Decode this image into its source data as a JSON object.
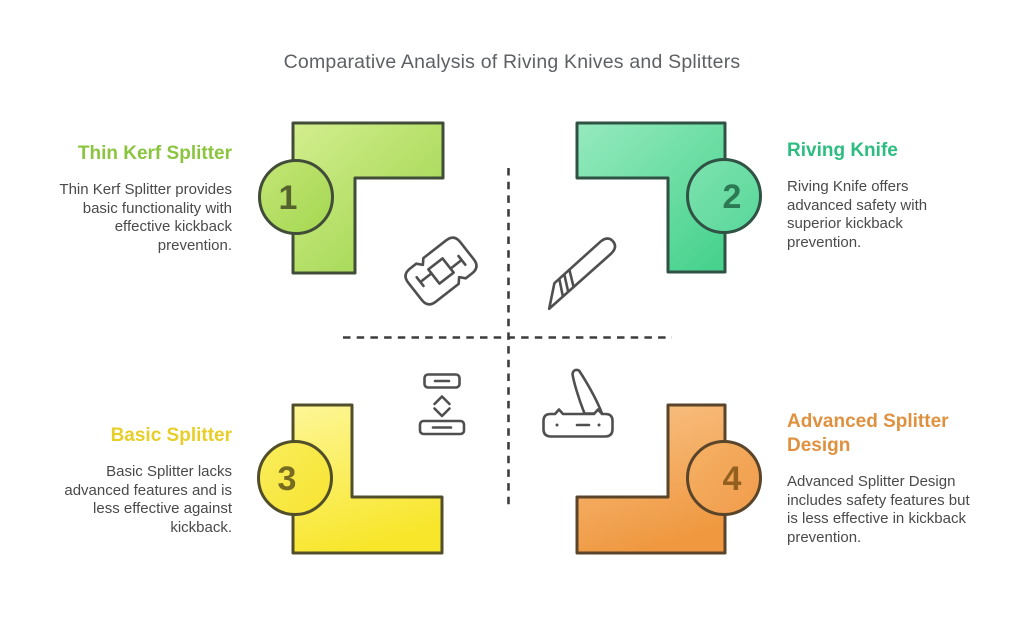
{
  "title": "Comparative Analysis of Riving Knives and Splitters",
  "quadrants": [
    {
      "number": "1",
      "title": "Thin Kerf Splitter",
      "description": "Thin Kerf Splitter provides basic functionality with effective kickback prevention.",
      "accent_color": "#8bc53f",
      "shape_gradient": [
        "#d3ee8e",
        "#9cd44a"
      ],
      "shape_border_color": "#414d38",
      "icon": "razor-blade-icon",
      "position": "top-left"
    },
    {
      "number": "2",
      "title": "Riving Knife",
      "description": "Riving Knife offers advanced safety with superior kickback prevention.",
      "accent_color": "#2dbd80",
      "shape_gradient": [
        "#96eabe",
        "#47d28d"
      ],
      "shape_border_color": "#2f5244",
      "icon": "scalpel-icon",
      "position": "top-right"
    },
    {
      "number": "3",
      "title": "Basic Splitter",
      "description": "Basic Splitter lacks advanced features and is less effective against kickback.",
      "accent_color": "#e8ce29",
      "shape_gradient": [
        "#fdf694",
        "#f8e62a"
      ],
      "shape_border_color": "#514e2a",
      "icon": "spacing-bars-icon",
      "position": "bottom-left"
    },
    {
      "number": "4",
      "title": "Advanced Splitter Design",
      "description": "Advanced Splitter Design includes safety features but is less effective in kickback prevention.",
      "accent_color": "#e0913f",
      "shape_gradient": [
        "#f9c286",
        "#ef9840"
      ],
      "shape_border_color": "#5a442a",
      "icon": "pocket-knife-icon",
      "position": "bottom-right"
    }
  ],
  "divider_color": "#3d3d3d",
  "icon_stroke_color": "#4f4f4f",
  "title_color": "#5e6164",
  "body_text_color": "#4a4a4a",
  "background_color": "#ffffff"
}
